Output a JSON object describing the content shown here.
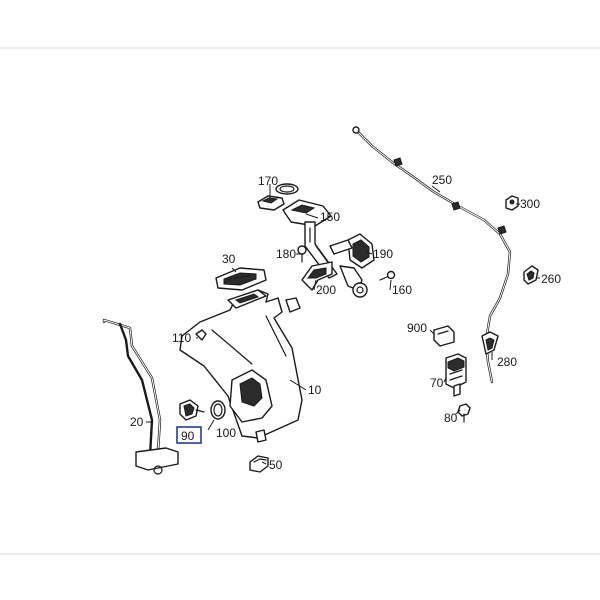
{
  "diagram": {
    "selected_part": "90",
    "part_numbers": {
      "p170": "170",
      "p150": "150",
      "p180": "180",
      "p190": "190",
      "p200": "200",
      "p160": "160",
      "p30": "30",
      "p110": "110",
      "p10": "10",
      "p20": "20",
      "p90": "90",
      "p100": "100",
      "p50": "50",
      "p250": "250",
      "p300": "300",
      "p260": "260",
      "p900": "900",
      "p280": "280",
      "p70": "70",
      "p80": "80"
    },
    "highlight_color": "#1f3fa0"
  }
}
